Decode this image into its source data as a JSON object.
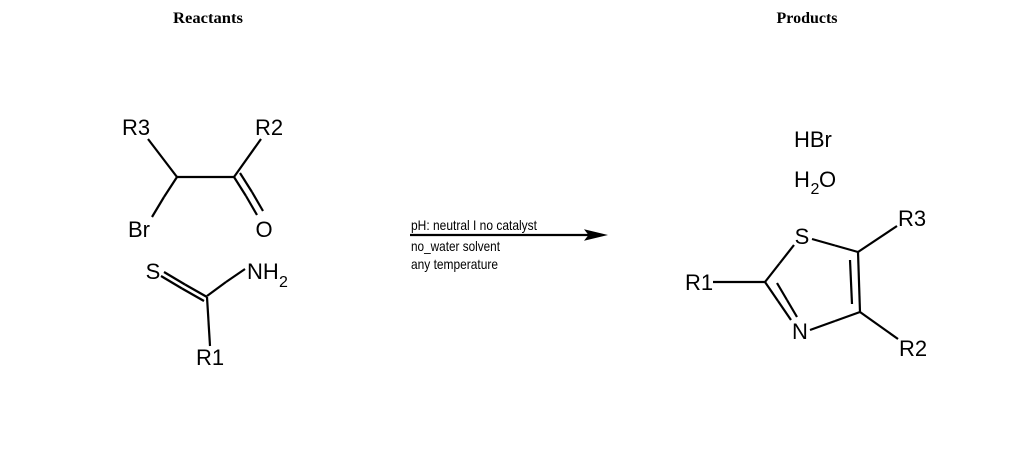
{
  "headers": {
    "reactants": "Reactants",
    "products": "Products"
  },
  "arrow": {
    "conditions_above": "pH: neutral I no catalyst",
    "conditions_below_1": "no_water solvent",
    "conditions_below_2": "any temperature"
  },
  "reactants": {
    "bromoketone": {
      "r3": "R3",
      "r2": "R2",
      "br": "Br",
      "o": "O"
    },
    "thioamide": {
      "s": "S",
      "nh": "NH",
      "nh_subscript": "2",
      "r1": "R1"
    }
  },
  "products": {
    "hbr": "HBr",
    "water": {
      "h": "H",
      "subscript": "2",
      "o": "O"
    },
    "thiazole": {
      "s": "S",
      "n": "N",
      "r1": "R1",
      "r2": "R2",
      "r3": "R3"
    }
  },
  "colors": {
    "carbon": "#000000",
    "oxygen": "#FF0000",
    "nitrogen": "#0000FF",
    "sulfur": "#CCCC00",
    "bromine": "#996633"
  }
}
